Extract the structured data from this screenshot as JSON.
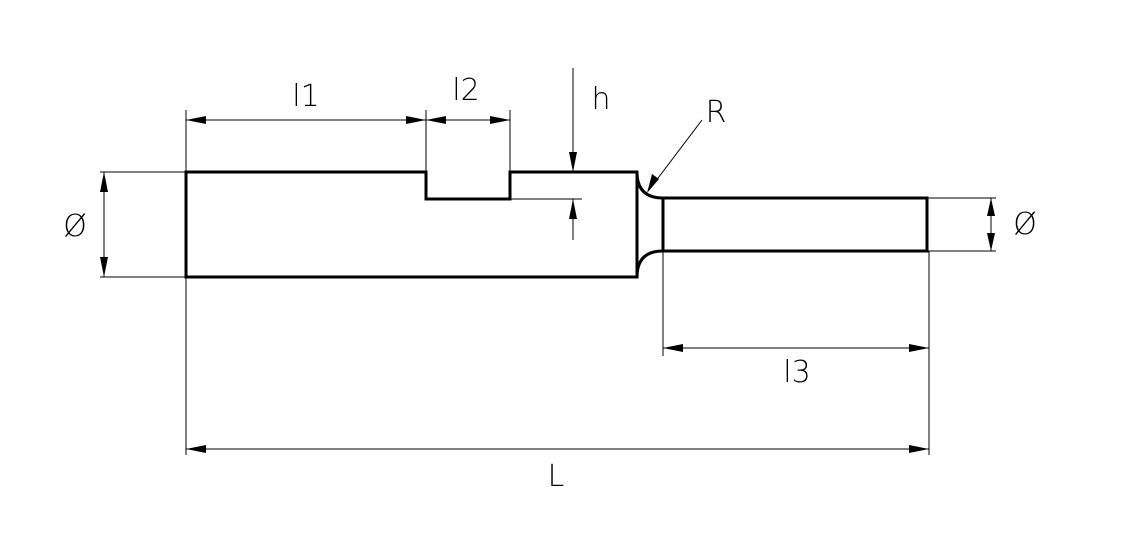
{
  "drawing": {
    "labels": {
      "l1": "l1",
      "l2": "l2",
      "h": "h",
      "R": "R",
      "diameter_left": "Ø",
      "diameter_right": "Ø",
      "l3": "l3",
      "L": "L"
    },
    "line_color": "#000000",
    "background": "#ffffff"
  }
}
